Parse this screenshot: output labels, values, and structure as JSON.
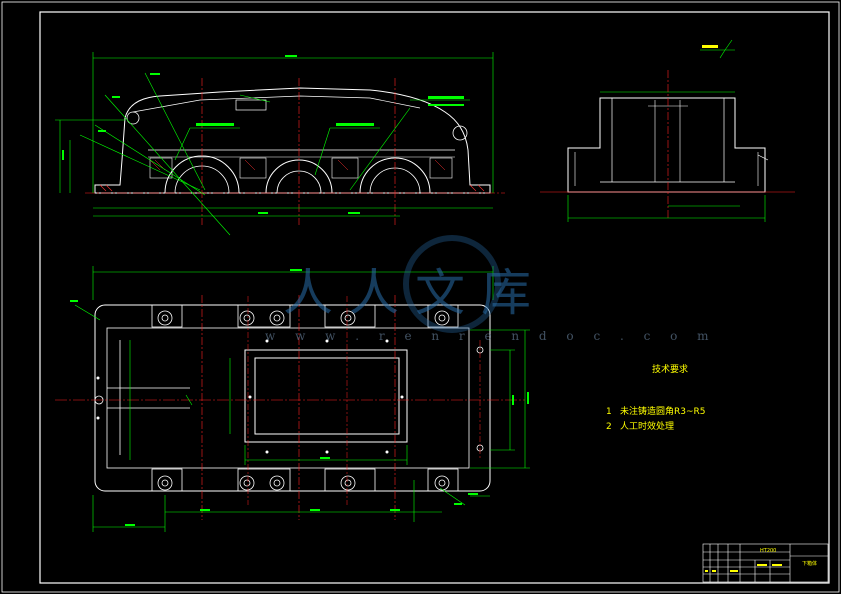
{
  "technical_requirements": {
    "title": "技术要求",
    "items": [
      {
        "num": "1",
        "text": "未注铸造圆角R3~R5"
      },
      {
        "num": "2",
        "text": "人工时效处理"
      }
    ]
  },
  "watermark": {
    "text": "人人文库",
    "url": "w w w . r e n r e n d o c . c o m"
  },
  "title_block": {
    "drawing_name": "下箱体",
    "material": "HT200"
  },
  "colors": {
    "background": "#000000",
    "outline": "#ffffff",
    "dimension": "#00ff00",
    "centerline": "#ff0000",
    "text": "#ffff00"
  }
}
